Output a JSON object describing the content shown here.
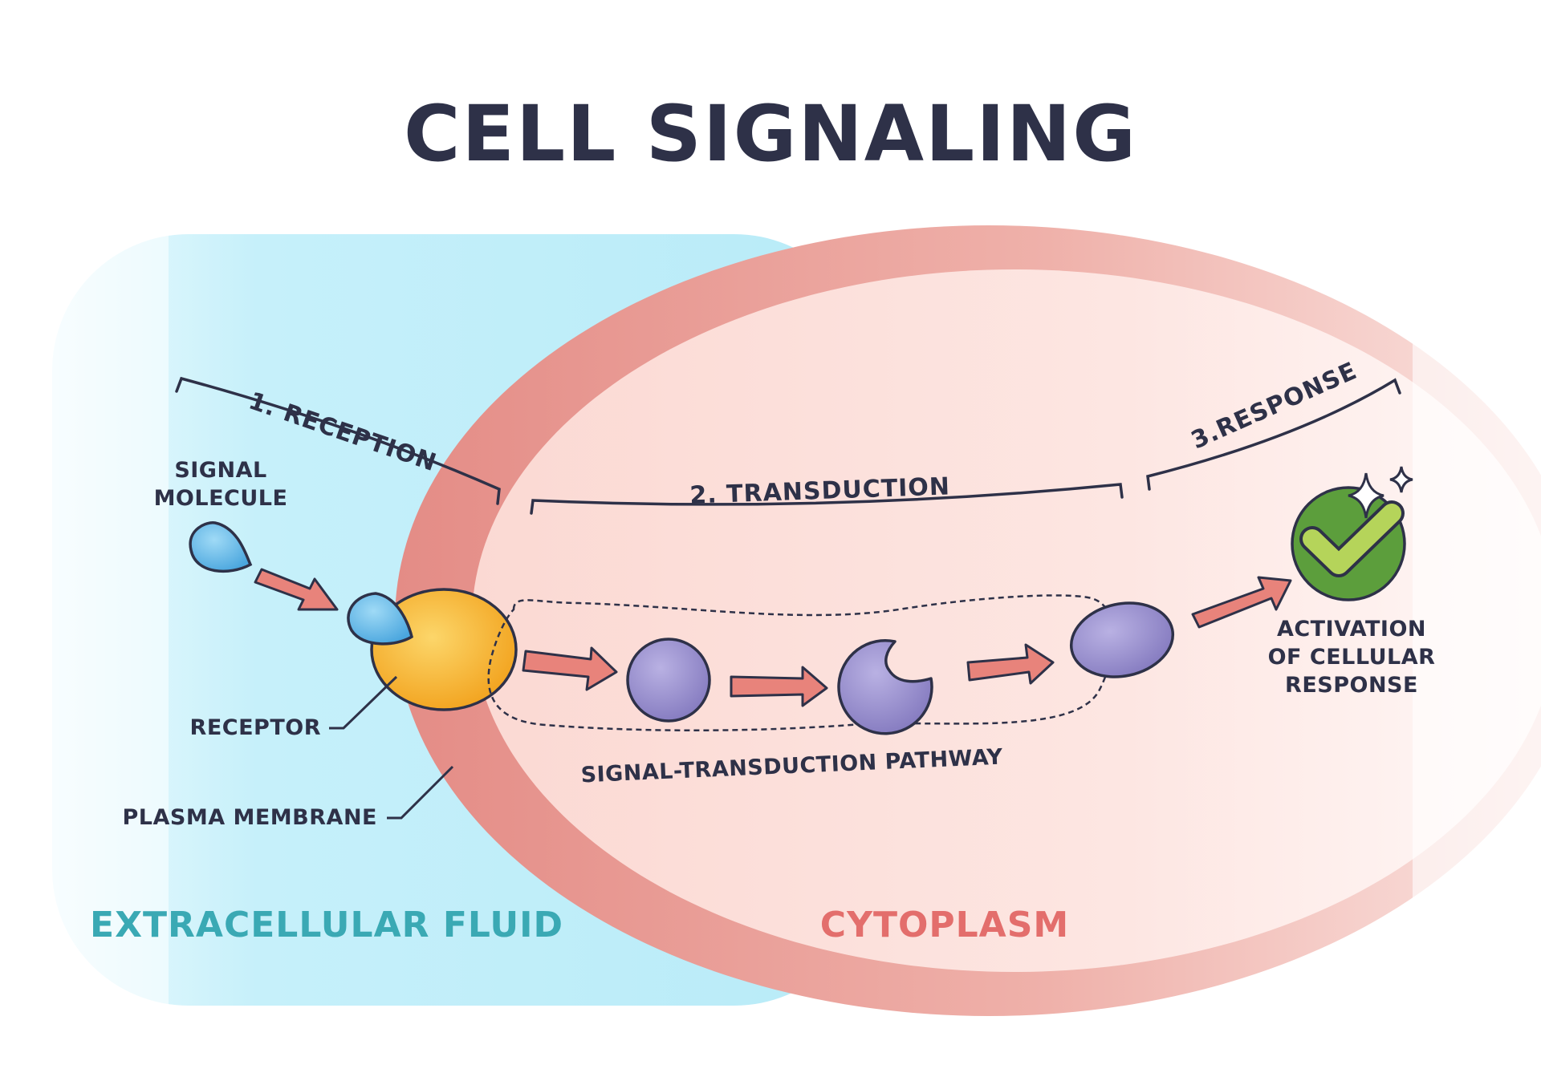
{
  "title": "CELL SIGNALING",
  "steps": {
    "reception": "1. RECEPTION",
    "transduction": "2. TRANSDUCTION",
    "response": "3.RESPONSE"
  },
  "labels": {
    "signal_molecule_line1": "SIGNAL",
    "signal_molecule_line2": "MOLECULE",
    "receptor": "RECEPTOR",
    "plasma_membrane": "PLASMA MEMBRANE",
    "pathway": "SIGNAL-TRANSDUCTION PATHWAY",
    "activation_line1": "ACTIVATION",
    "activation_line2": "OF CELLULAR",
    "activation_line3": "RESPONSE"
  },
  "regions": {
    "extracellular": "EXTRACELLULAR FLUID",
    "cytoplasm": "CYTOPLASM"
  },
  "colors": {
    "title": "#2e3148",
    "extracellular_text": "#3aa9b4",
    "cytoplasm_text": "#e36e6c",
    "membrane": "#e8908a",
    "arrow": "#e8837b",
    "molecule": "#62b8ea",
    "receptor": "#f5b02a",
    "relay_protein": "#8f86c8",
    "check_circle": "#5c9e3c",
    "check_mark": "#b5d45a"
  },
  "icons": {
    "response": "check-mark-icon",
    "sparkle": "sparkle-icon"
  }
}
